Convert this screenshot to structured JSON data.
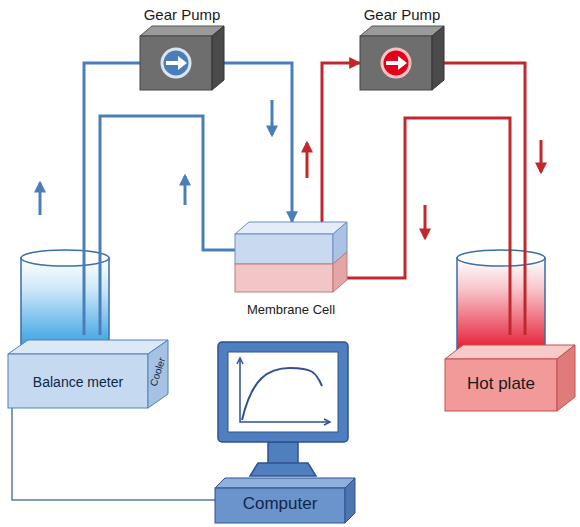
{
  "diagram": {
    "nodes": [
      {
        "text": [
          "Gear Pump"
        ]
      },
      {
        "text": [
          "Gear Pump"
        ]
      },
      {
        "text": [
          "Membrane Cell"
        ]
      },
      {
        "text": [
          "Balance meter",
          "Cooler"
        ]
      },
      {
        "text": [
          "Hot plate"
        ]
      },
      {
        "text": [
          "Computer"
        ]
      }
    ],
    "edges": [
      {
        "from": 0,
        "to": 2,
        "arrow": "to"
      },
      {
        "from": 2,
        "to": 1,
        "arrow": "to"
      },
      {
        "from": 3,
        "to": 5,
        "arrow": "none"
      }
    ]
  }
}
